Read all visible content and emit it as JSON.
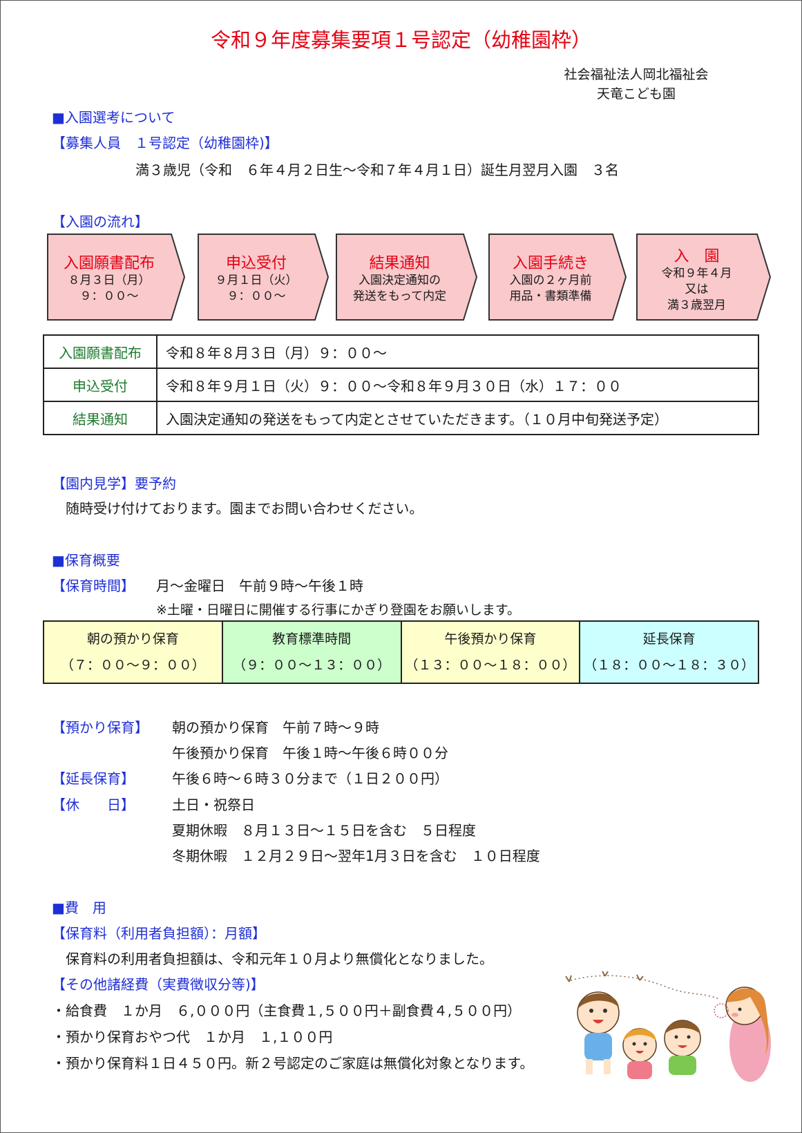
{
  "header": {
    "title": "令和９年度募集要項１号認定（幼稚園枠）",
    "org_line1": "社会福祉法人岡北福祉会",
    "org_line2": "天竜こども園"
  },
  "admission": {
    "section": "■入園選考について",
    "recruit_heading": "【募集人員　１号認定（幼稚園枠)】",
    "recruit_text": "満３歳児（令和　６年４月２日生～令和７年４月１日）誕生月翌月入園　３名"
  },
  "flow": {
    "heading": "【入園の流れ】",
    "steps": [
      {
        "title": "入園願書配布",
        "line1": "８月３日（月）",
        "line2": "９：００～",
        "line3": ""
      },
      {
        "title": "申込受付",
        "line1": "９月１日（火）",
        "line2": "９：００～",
        "line3": ""
      },
      {
        "title": "結果通知",
        "line1": "入園決定通知の",
        "line2": "発送をもって内定",
        "line3": ""
      },
      {
        "title": "入園手続き",
        "line1": "入園の２ヶ月前",
        "line2": "用品・書類準備",
        "line3": ""
      },
      {
        "title": "入　園",
        "line1": "令和９年４月",
        "line2": "又は",
        "line3": "満３歳翌月"
      }
    ]
  },
  "schedule": [
    {
      "label": "入園願書配布",
      "value": "令和８年８月３日（月）９：００～"
    },
    {
      "label": "申込受付",
      "value": "令和８年９月１日（火）９：００～令和８年９月３０日（水）１７：００"
    },
    {
      "label": "結果通知",
      "value": "入園決定通知の発送をもって内定とさせていただきます。（１０月中旬発送予定）"
    }
  ],
  "visit": {
    "heading": "【園内見学】要予約",
    "text": "随時受け付けております。園までお問い合わせください。"
  },
  "care": {
    "section": "■保育概要",
    "hours_label": "【保育時間】",
    "hours_value": "月～金曜日　午前９時～午後１時",
    "hours_note": "※土曜・日曜日に開催する行事にかぎり登園をお願いします。",
    "blocks": [
      {
        "name": "朝の預かり保育",
        "time": "（７：００～９：００）",
        "color": "#ffffcc"
      },
      {
        "name": "教育標準時間",
        "time": "（９：００～１３：００）",
        "color": "#ccffcc"
      },
      {
        "name": "午後預かり保育",
        "time": "（１３：００～１８：００）",
        "color": "#ffffcc"
      },
      {
        "name": "延長保育",
        "time": "（１８：００～１８：３０）",
        "color": "#ccffff"
      }
    ],
    "azukari_label": "【預かり保育】",
    "azukari_line1": "朝の預かり保育　午前７時～９時",
    "azukari_line2": "午後預かり保育　午後１時～午後６時００分",
    "encho_label": "【延長保育】",
    "encho_value": "午後６時～６時３０分まで（１日２００円）",
    "holiday_label": "【休　　日】",
    "holiday_line1": "土日・祝祭日",
    "holiday_line2": "夏期休暇　８月１３日～１５日を含む　５日程度",
    "holiday_line3": "冬期休暇　１２月２９日～翌年1月３日を含む　１０日程度"
  },
  "fees": {
    "section": "■費　用",
    "tuition_heading": "【保育料（利用者負担額）：月額】",
    "tuition_text": "保育料の利用者負担額は、令和元年１０月より無償化となりました。",
    "other_heading": "【その他諸経費（実費徴収分等)】",
    "items": [
      "・給食費　１か月　６,０００円（主食費１,５００円＋副食費４,５００円）",
      "・預かり保育おやつ代　１か月　１,１００円",
      "・預かり保育料１日４５０円。新２号認定のご家庭は無償化対象となります。"
    ]
  },
  "colors": {
    "title_red": "#e60012",
    "heading_blue": "#1f2fd6",
    "table_label_green": "#1e7b2e",
    "flow_fill": "#f9c9cc"
  },
  "illustration": {
    "icon": "children-playing-illustration"
  }
}
